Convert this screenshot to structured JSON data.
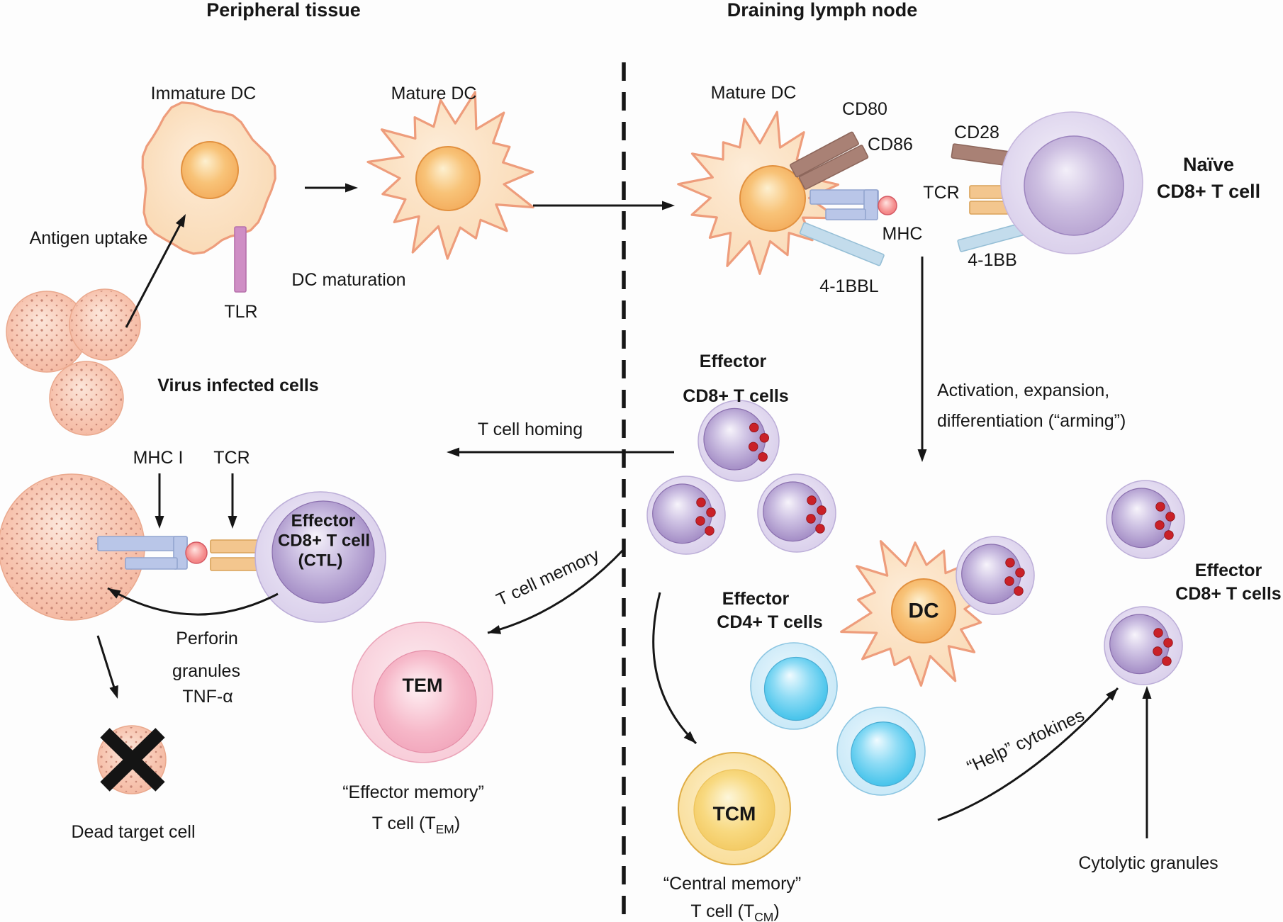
{
  "titles": {
    "left": "Peripheral tissue",
    "right": "Draining lymph node"
  },
  "peripheral": {
    "immature_dc": "Immature DC",
    "mature_dc": "Mature DC",
    "antigen_uptake": "Antigen uptake",
    "dc_maturation": "DC maturation",
    "tlr": "TLR",
    "virus_infected_cells": "Virus infected cells",
    "mhc_i": "MHC I",
    "tcr": "TCR",
    "ctl": {
      "l1": "Effector",
      "l2": "CD8+ T cell",
      "l3": "(CTL)"
    },
    "perforin": {
      "l1": "Perforin",
      "l2": "granules",
      "l3": "TNF-α"
    },
    "dead_target_cell": "Dead target cell",
    "tem_cell": "TEM",
    "effector_memory": {
      "l1": "“Effector memory”",
      "pre": "T cell (T",
      "sub": "EM",
      "post": ")"
    },
    "t_cell_memory": "T cell memory",
    "t_cell_homing": "T cell homing"
  },
  "lymph": {
    "mature_dc": "Mature DC",
    "cd80": "CD80",
    "cd86": "CD86",
    "cd28": "CD28",
    "tcr": "TCR",
    "mhc": "MHC",
    "l41bbl": "4-1BBL",
    "l41bb": "4-1BB",
    "naive": {
      "l1": "Naïve",
      "l2": "CD8+ T cell"
    },
    "activation": {
      "l1": "Activation, expansion,",
      "l2": "differentiation (“arming”)"
    },
    "effector_cd8_mid": {
      "l1": "Effector",
      "l2": "CD8+ T cells"
    },
    "effector_cd4": {
      "l1": "Effector",
      "l2": "CD4+ T cells"
    },
    "dc": "DC",
    "tcm_cell": "TCM",
    "central_memory": {
      "l1": "“Central memory”",
      "pre": "T cell (T",
      "sub": "CM",
      "post": ")"
    },
    "help_cytokines": "“Help” cytokines",
    "cytolytic_granules": "Cytolytic granules",
    "effector_cd8_right": {
      "l1": "Effector",
      "l2": "CD8+ T cells"
    }
  },
  "colors": {
    "purple_cell": "#9d86c0",
    "lavender_halo": "#d9cfea",
    "blue_cell": "#38bfe9",
    "yellow_cell": "#f4c95d",
    "pink_cell": "#f0a0b6",
    "dc_orange": "#f4a44f",
    "dc_body": "#fbdcba",
    "virus_pink": "#f5bda7",
    "granule_red": "#c92128",
    "bar_brown": "#a98175",
    "bar_orange": "#f3c68e",
    "bar_blue": "#b9c6e8",
    "bar_lightblue": "#c3dcec",
    "tlr_purple": "#cf8ec5",
    "ink": "#161616"
  }
}
